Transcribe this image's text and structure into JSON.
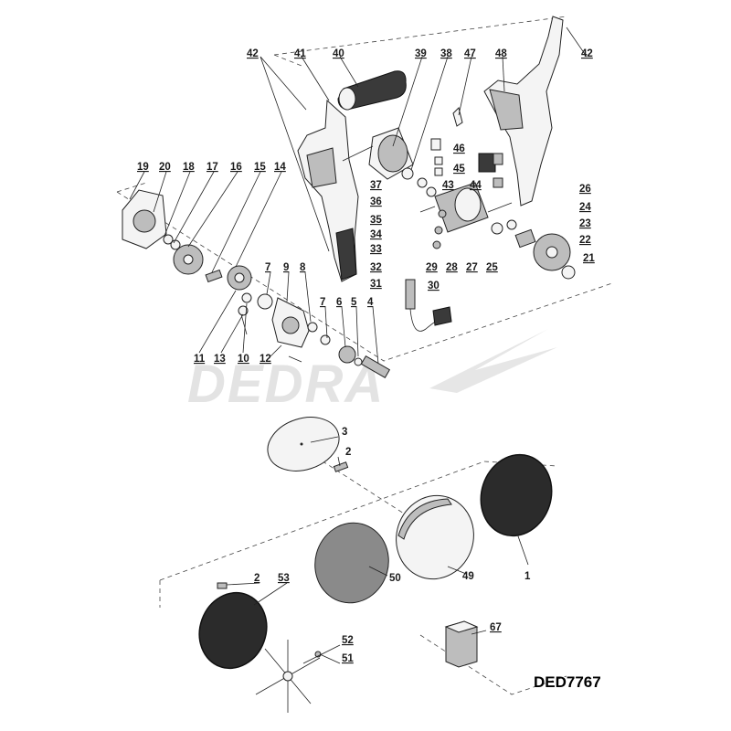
{
  "model_code": "DED7767",
  "watermark": "DEDRA",
  "labels": {
    "p1": "1",
    "p2a": "2",
    "p2b": "2",
    "p3": "3",
    "p4": "4",
    "p5": "5",
    "p6": "6",
    "p7a": "7",
    "p7b": "7",
    "p8": "8",
    "p9": "9",
    "p10": "10",
    "p11": "11",
    "p12": "12",
    "p13": "13",
    "p14": "14",
    "p15": "15",
    "p16": "16",
    "p17": "17",
    "p18": "18",
    "p19": "19",
    "p20": "20",
    "p21": "21",
    "p22": "22",
    "p23": "23",
    "p24": "24",
    "p25": "25",
    "p26": "26",
    "p27": "27",
    "p28": "28",
    "p29": "29",
    "p30": "30",
    "p31": "31",
    "p32": "32",
    "p33": "33",
    "p34": "34",
    "p35": "35",
    "p36": "36",
    "p37": "37",
    "p38": "38",
    "p39": "39",
    "p40": "40",
    "p41": "41",
    "p42a": "42",
    "p42b": "42",
    "p43": "43",
    "p44": "44",
    "p45": "45",
    "p46": "46",
    "p47": "47",
    "p48": "48",
    "p49": "49",
    "p50": "50",
    "p51": "51",
    "p52": "52",
    "p53": "53",
    "p67": "67"
  }
}
